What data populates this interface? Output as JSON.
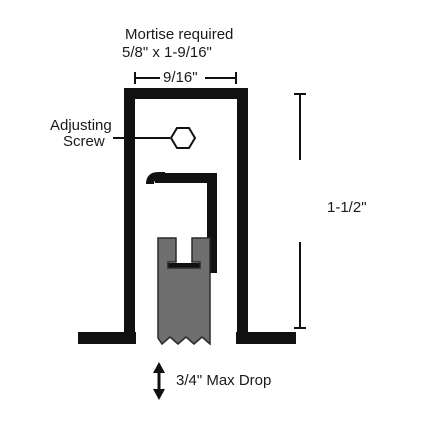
{
  "labels": {
    "mortise": "Mortise required",
    "mortise_size": "5/8\" x 1-9/16\"",
    "width": "9/16\"",
    "adjusting_line1": "Adjusting",
    "adjusting_line2": "Screw",
    "height": "1-1/2\"",
    "max_drop": "3/4\" Max Drop"
  },
  "colors": {
    "housing": "#111111",
    "seal": "#6e6e6e",
    "seal_outline": "#2a2a2a",
    "background": "#ffffff"
  }
}
